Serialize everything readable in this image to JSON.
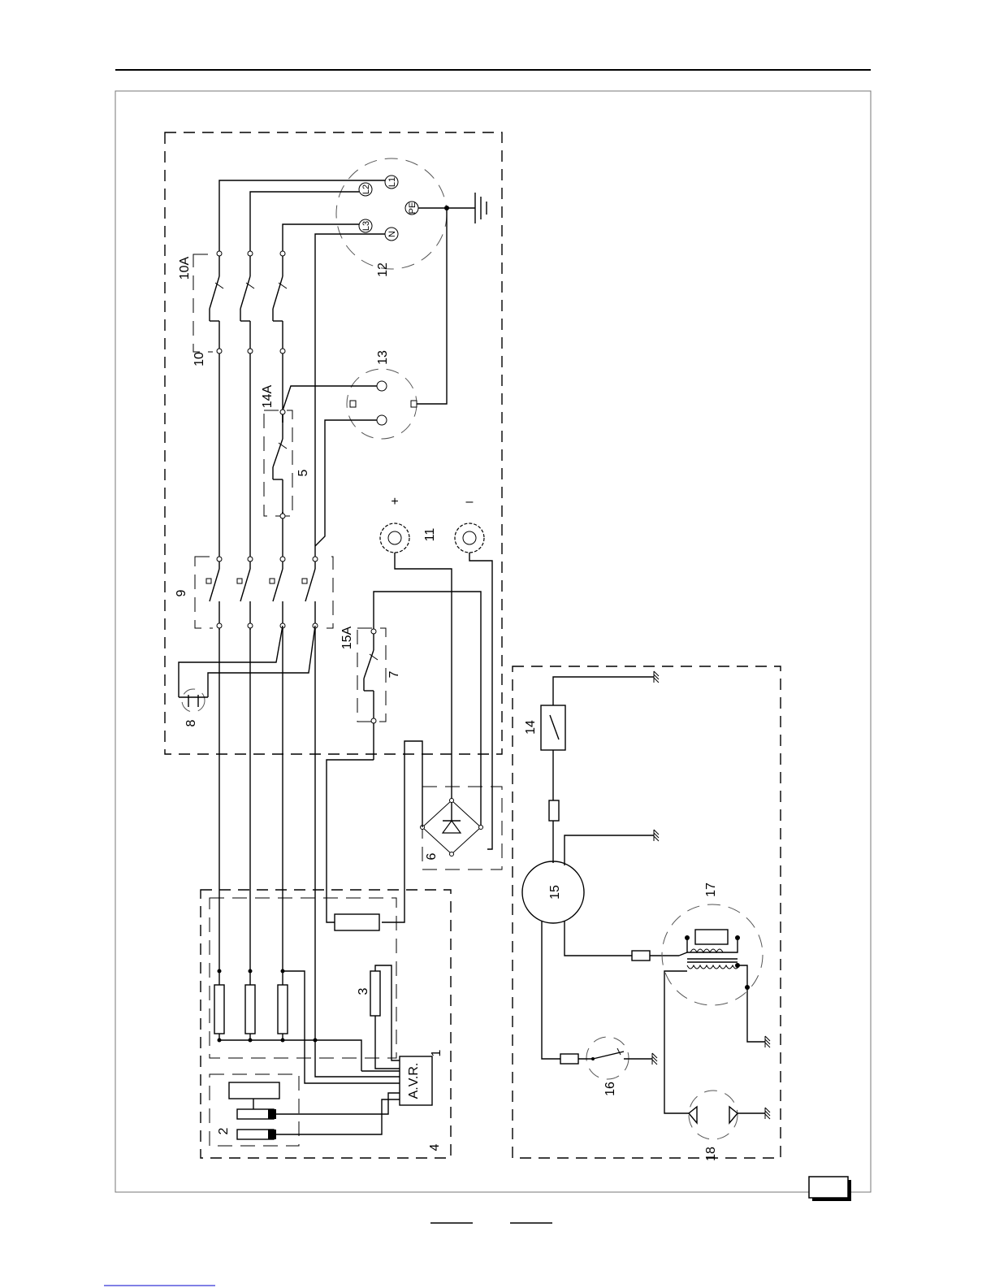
{
  "diagram": {
    "labels": {
      "avr": "A.V.R.",
      "avr_num": "1",
      "n2": "2",
      "n3": "3",
      "n4": "4",
      "n5": "5",
      "n6": "6",
      "n7": "7",
      "n8": "8",
      "n9": "9",
      "n10": "10",
      "n10a": "10A",
      "n11": "11",
      "n12": "12",
      "n13": "13",
      "n14": "14",
      "n14a": "14A",
      "n15": "15",
      "n15a": "15A",
      "n16": "16",
      "n17": "17",
      "n18": "18",
      "plus": "+",
      "minus": "–"
    },
    "socket_pins": {
      "l1": "L1",
      "l2": "L2",
      "l3": "L3",
      "n": "N",
      "pe": "PE"
    }
  },
  "colors": {
    "line": "#000000",
    "background": "#ffffff"
  }
}
